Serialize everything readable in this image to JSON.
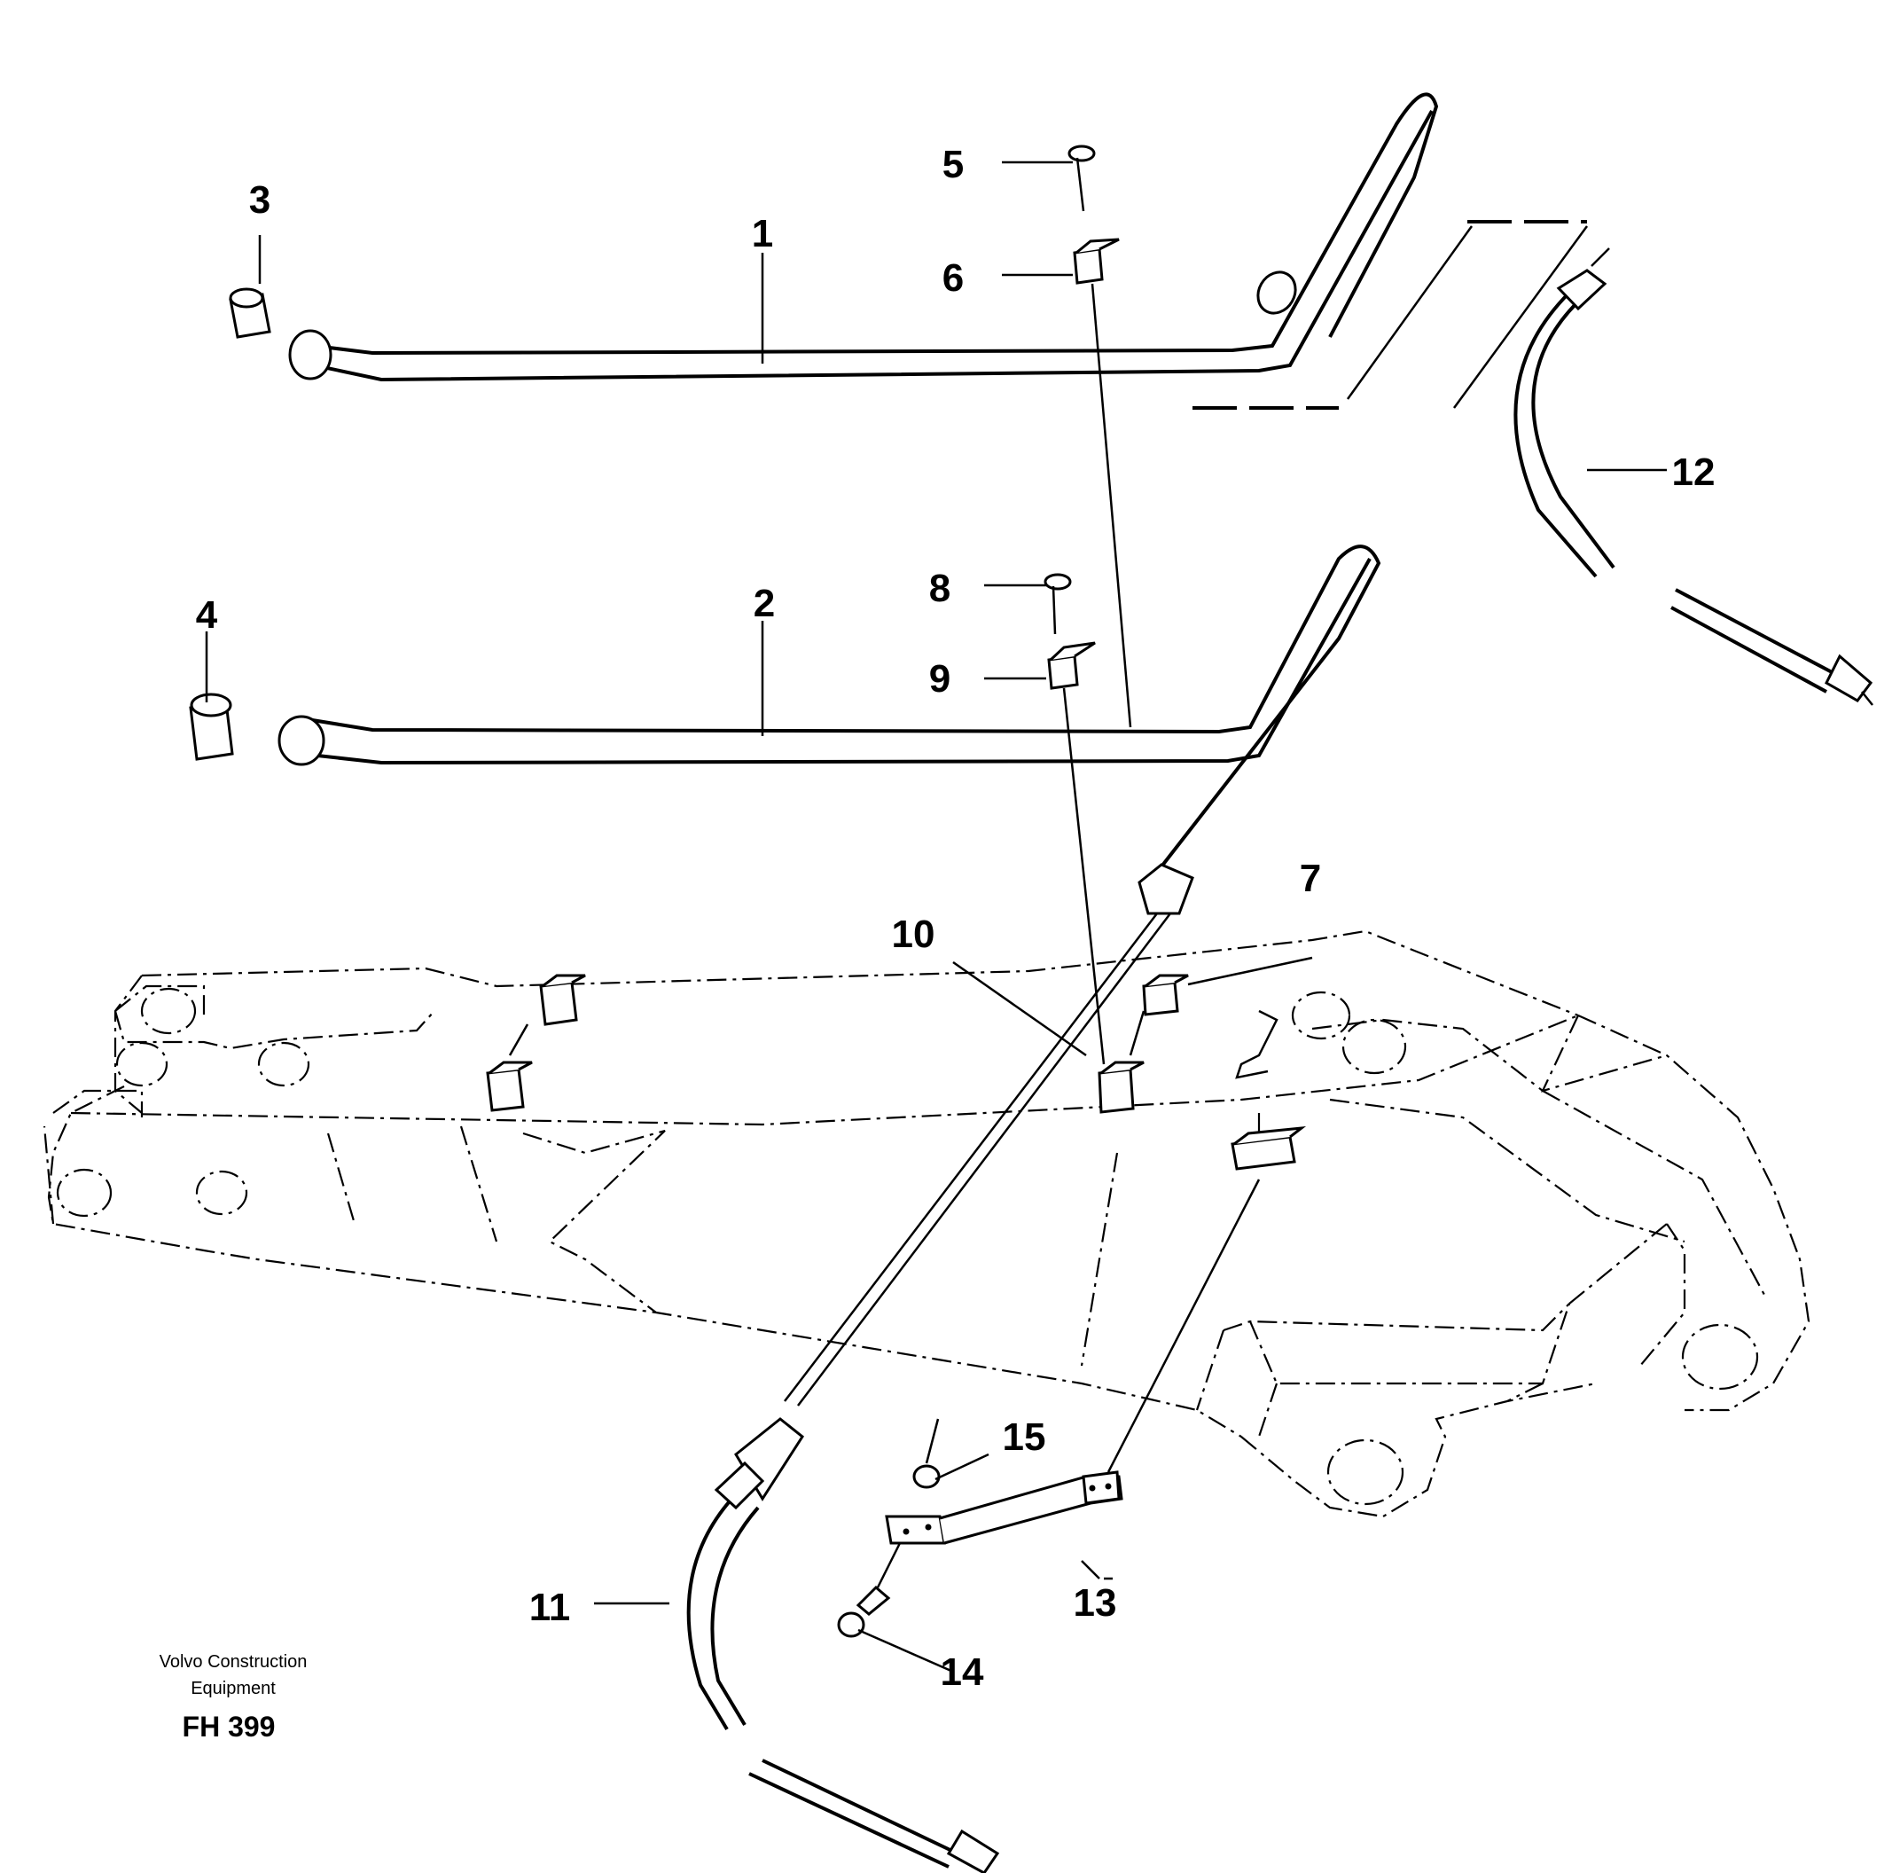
{
  "diagram": {
    "callouts": [
      "1",
      "2",
      "3",
      "4",
      "5",
      "6",
      "7",
      "8",
      "9",
      "10",
      "11",
      "12",
      "13",
      "14",
      "15"
    ],
    "credit_line_1": "Volvo Construction",
    "credit_line_2": "Equipment",
    "drawing_code": "FH 399"
  }
}
